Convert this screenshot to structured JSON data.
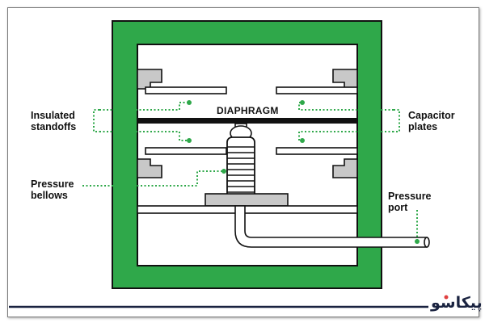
{
  "labels": {
    "diaphragm": "DIAPHRAGM",
    "insulated_standoffs": "Insulated\nstandoffs",
    "capacitor_plates": "Capacitor\nplates",
    "pressure_bellows": "Pressure\nbellows",
    "pressure_port": "Pressure\nport"
  },
  "logo_text": "پیکاسو",
  "colors": {
    "housing_green": "#2fa84a",
    "outline": "#111111",
    "standoff_gray": "#c8c8c8",
    "leader_green": "#2fa84a",
    "footer_line": "#1a2340",
    "logo_accent": "#e04040"
  }
}
